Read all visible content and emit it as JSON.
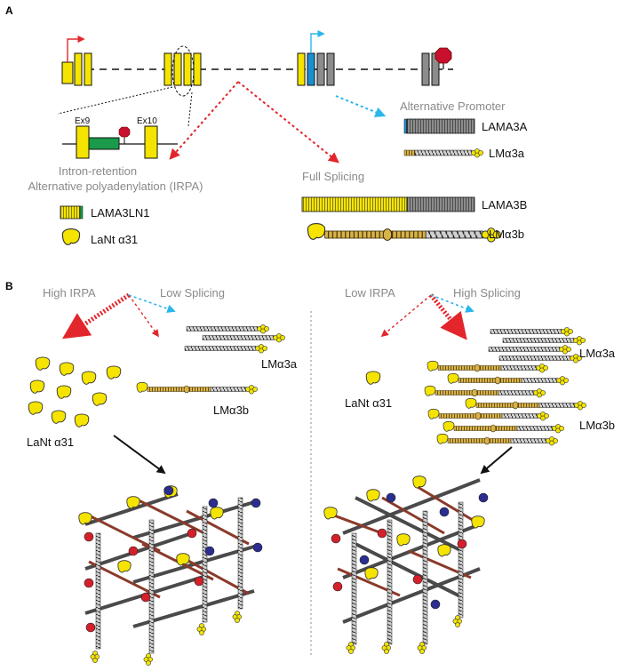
{
  "panel_a": {
    "letter": "A",
    "exon9_label": "Ex9",
    "exon10_label": "Ex10",
    "irpa_line1": "Intron-retention",
    "irpa_line2": "Alternative polyadenylation (IRPA)",
    "alt_promoter": "Alternative Promoter",
    "full_splicing": "Full Splicing",
    "lama3a": "LAMA3A",
    "lma3a": "LMα3a",
    "lama3ln1": "LAMA3LN1",
    "lant": "LaNt α31",
    "lama3b": "LAMA3B",
    "lma3b": "LMα3b"
  },
  "panel_b": {
    "letter": "B",
    "high_irpa": "High IRPA",
    "low_splicing": "Low Splicing",
    "low_irpa": "Low IRPA",
    "high_splicing": "High Splicing",
    "left_lma3a": "LMα3a",
    "left_lma3b": "LMα3b",
    "left_lant": "LaNt α31",
    "right_lant": "LaNt α31",
    "right_lma3a": "LMα3a",
    "right_lma3b": "LMα3b"
  },
  "colors": {
    "exon_yellow": "#f4e400",
    "exon_grey": "#8c8c8c",
    "exon_blue": "#1a8fd0",
    "green": "#1a9a4a",
    "red_arrow": "#e3262b",
    "cyan_arrow": "#29b6ea",
    "stop_red": "#c8102e"
  },
  "icons": [
    "promoter-arrow-icon",
    "stop-sign-icon",
    "laminin-head-icon",
    "network-icon"
  ]
}
